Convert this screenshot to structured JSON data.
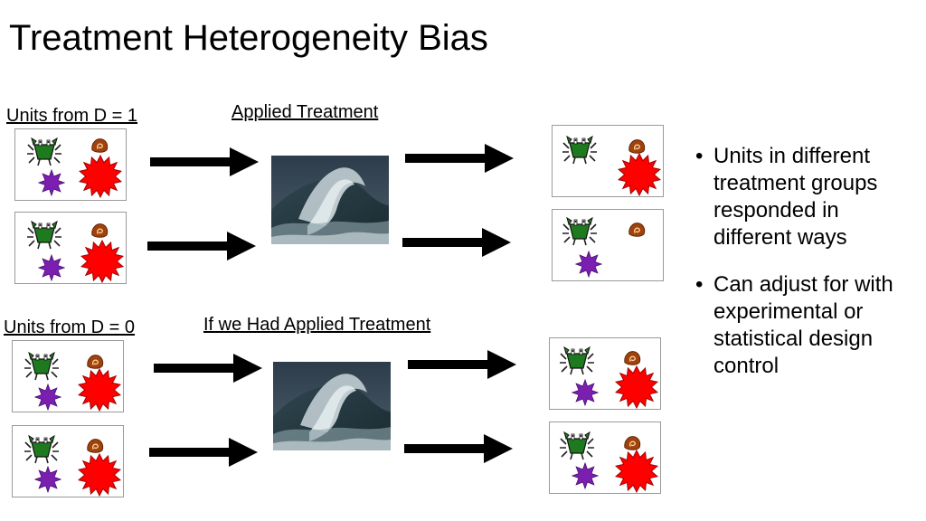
{
  "slide": {
    "title": "Treatment Heterogeneity Bias"
  },
  "top_row": {
    "group_label": "Units from D = 1",
    "treatment_label": "Applied Treatment"
  },
  "bottom_row": {
    "group_label": "Units from D = 0",
    "treatment_label": "If we Had Applied Treatment"
  },
  "bullets": [
    {
      "marker": "•",
      "text": "Units in different treatment groups responded in different ways"
    },
    {
      "marker": "•",
      "text": "Can adjust for with experimental or statistical design control"
    }
  ],
  "icons": {
    "crab": "crab-icon",
    "shell": "shell-icon",
    "small_urchin": "purple-urchin-icon",
    "large_urchin": "red-urchin-icon",
    "wave": "ocean-wave-image",
    "arrow": "arrow-right-icon"
  },
  "colors": {
    "crab": "#1e7a1e",
    "shell": "#a0420e",
    "purple_urchin": "#7a1fb0",
    "red_urchin": "#ff0000",
    "arrow": "#000000"
  }
}
